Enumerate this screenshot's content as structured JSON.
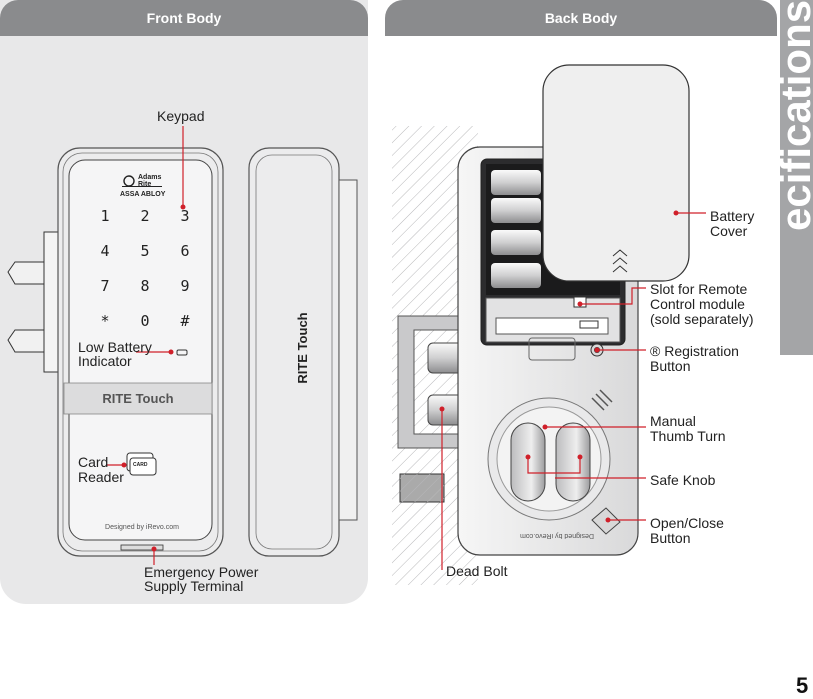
{
  "front_panel": {
    "title": "Front Body"
  },
  "back_panel": {
    "title": "Back Body"
  },
  "side_tab": {
    "text": "ecifications"
  },
  "page_number": "5",
  "keypad": {
    "brand_top": "Adams",
    "brand_bottom": "Rite",
    "brand_group": "ASSA ABLOY",
    "keys": [
      "1",
      "2",
      "3",
      "4",
      "5",
      "6",
      "7",
      "8",
      "9",
      "*",
      "0",
      "#"
    ],
    "model_band": "RITE Touch",
    "card_icon": "CARD",
    "designer": "Designed by iRevo.com"
  },
  "side_view": {
    "model": "RITE Touch"
  },
  "back_body": {
    "designer": "Designed by iRevo.com"
  },
  "labels": {
    "keypad": "Keypad",
    "low_battery_1": "Low Battery",
    "low_battery_2": "Indicator",
    "card_reader_1": "Card",
    "card_reader_2": "Reader",
    "emergency_1": "Emergency Power",
    "emergency_2": "Supply Terminal",
    "battery_cover_1": "Battery",
    "battery_cover_2": "Cover",
    "slot_1": "Slot for Remote",
    "slot_2": "Control module",
    "slot_3": "(sold separately)",
    "registration_1": "® Registration",
    "registration_2": "Button",
    "manual_1": "Manual",
    "manual_2": "Thumb Turn",
    "safe_knob": "Safe Knob",
    "open_close_1": "Open/Close",
    "open_close_2": "Button",
    "dead_bolt": "Dead Bolt"
  },
  "colors": {
    "header": "#8a8b8d",
    "leader": "#d0202a",
    "panel": "#e8e8e9"
  }
}
